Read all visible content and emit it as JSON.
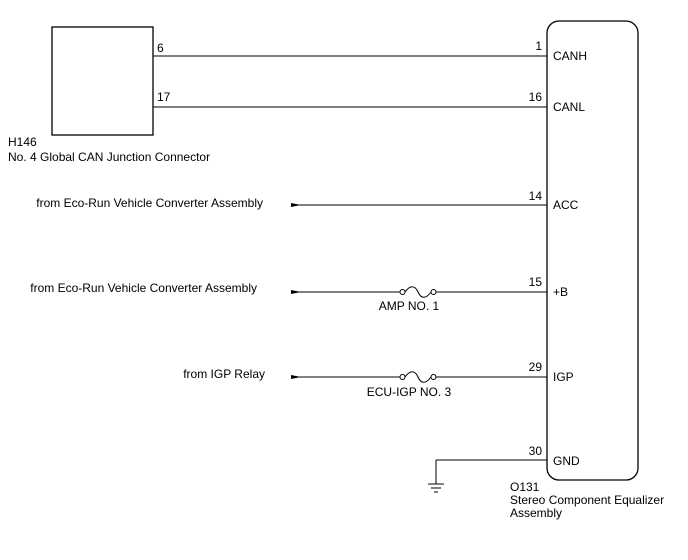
{
  "junction_connector": {
    "code": "H146",
    "name": "No. 4 Global CAN Junction Connector",
    "pins": [
      "6",
      "17"
    ]
  },
  "equalizer": {
    "code": "O131",
    "name_line1": "Stereo Component Equalizer",
    "name_line2": "Assembly"
  },
  "terminals": [
    {
      "pin": "1",
      "label": "CANH"
    },
    {
      "pin": "16",
      "label": "CANL"
    },
    {
      "pin": "14",
      "label": "ACC"
    },
    {
      "pin": "15",
      "label": "+B"
    },
    {
      "pin": "29",
      "label": "IGP"
    },
    {
      "pin": "30",
      "label": "GND"
    }
  ],
  "sources": [
    {
      "label": "from Eco-Run Vehicle Converter Assembly"
    },
    {
      "label": "from Eco-Run Vehicle Converter Assembly"
    },
    {
      "label": "from IGP Relay"
    }
  ],
  "fuses": [
    {
      "label": "AMP NO. 1"
    },
    {
      "label": "ECU-IGP NO. 3"
    }
  ]
}
